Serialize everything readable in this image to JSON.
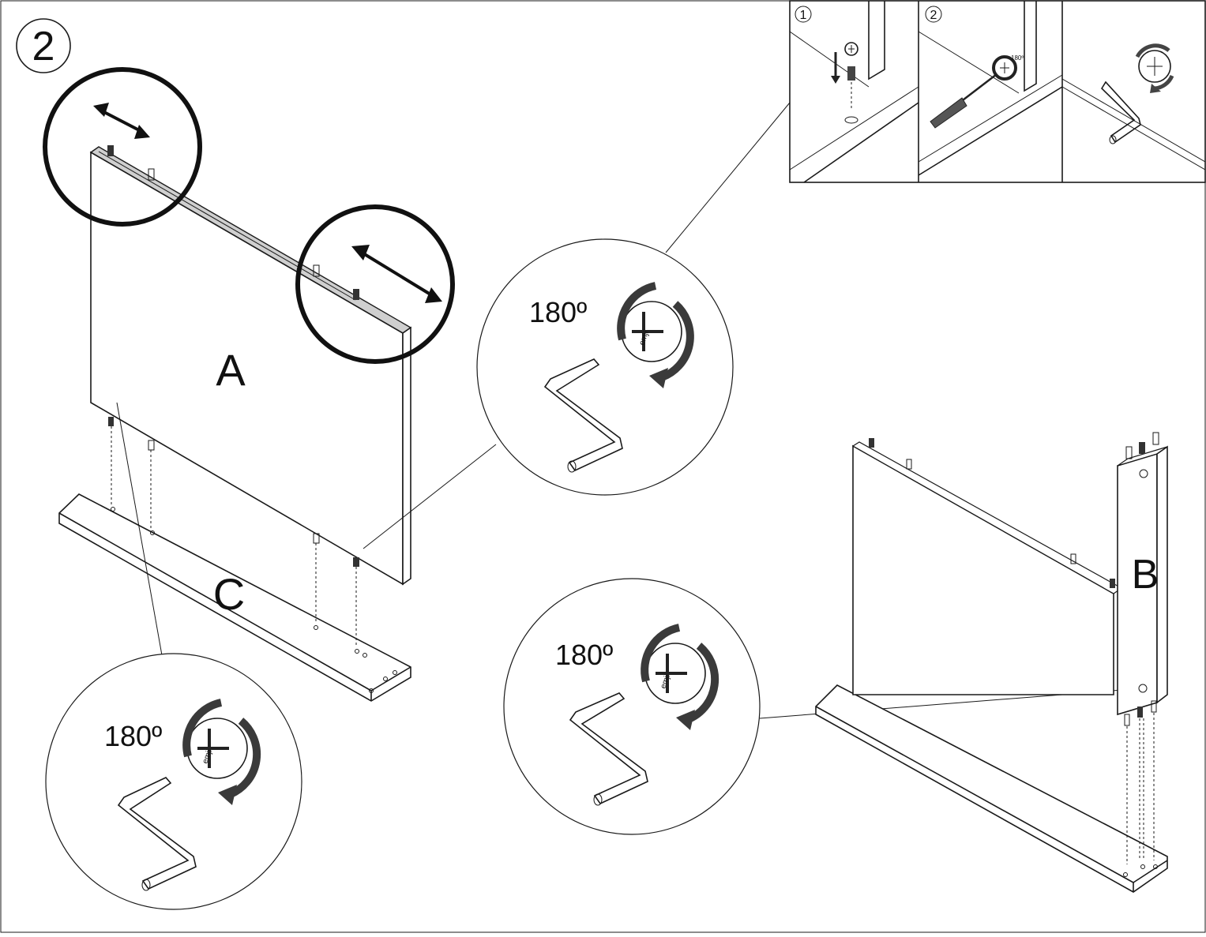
{
  "step_number": "2",
  "part_labels": {
    "a": "A",
    "b": "B",
    "c": "C"
  },
  "inset_steps": [
    "1",
    "2"
  ],
  "inset_angle_small": "180º",
  "rotation_label": "180º",
  "cam_brand": "emji"
}
